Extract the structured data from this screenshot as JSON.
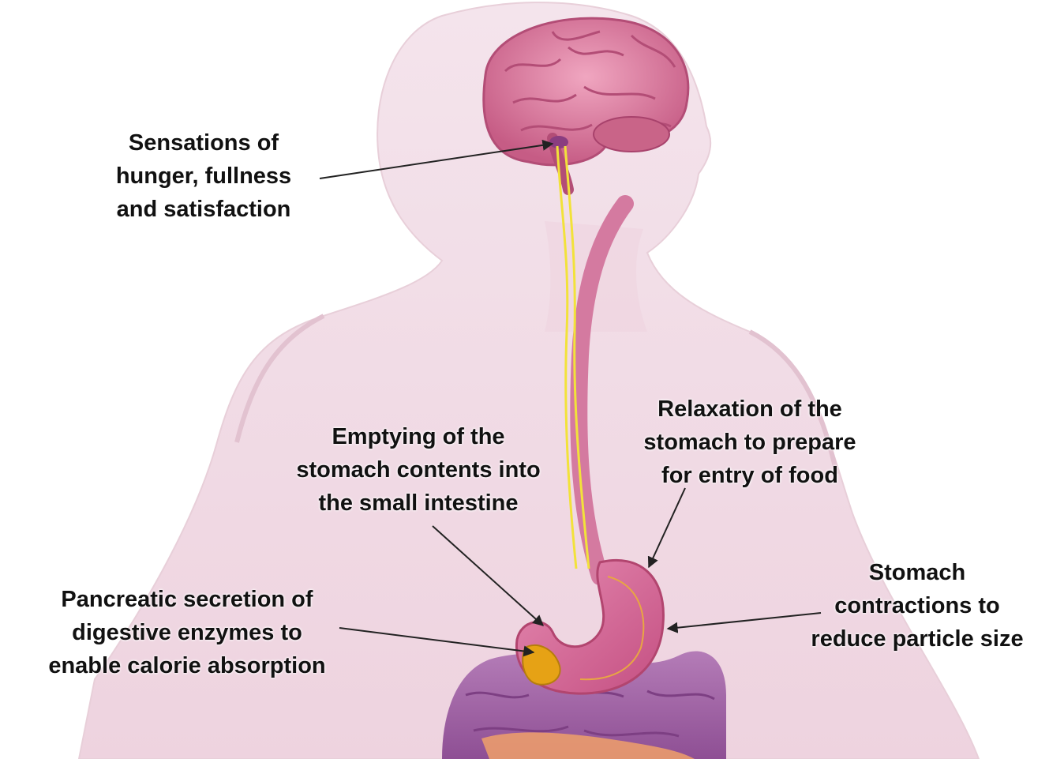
{
  "labels": {
    "brain": [
      "Sensations of",
      "hunger, fullness",
      "and satisfaction"
    ],
    "emptying": [
      "Emptying of the",
      "stomach contents into",
      "the small intestine"
    ],
    "relaxation": [
      "Relaxation of the",
      "stomach to prepare",
      "for entry of food"
    ],
    "pancreatic": [
      "Pancreatic secretion of",
      "digestive enzymes to",
      "enable calorie absorption"
    ],
    "contractions": [
      "Stomach",
      "contractions to",
      "reduce particle size"
    ]
  },
  "colors": {
    "skin": "#f1dde6",
    "brain": "#d9789d",
    "stomach": "#d96a9a",
    "esophagus": "#d47aa0",
    "nerve": "#f2e23a",
    "pancreas": "#e6a215",
    "intestine": "#a564a8"
  }
}
